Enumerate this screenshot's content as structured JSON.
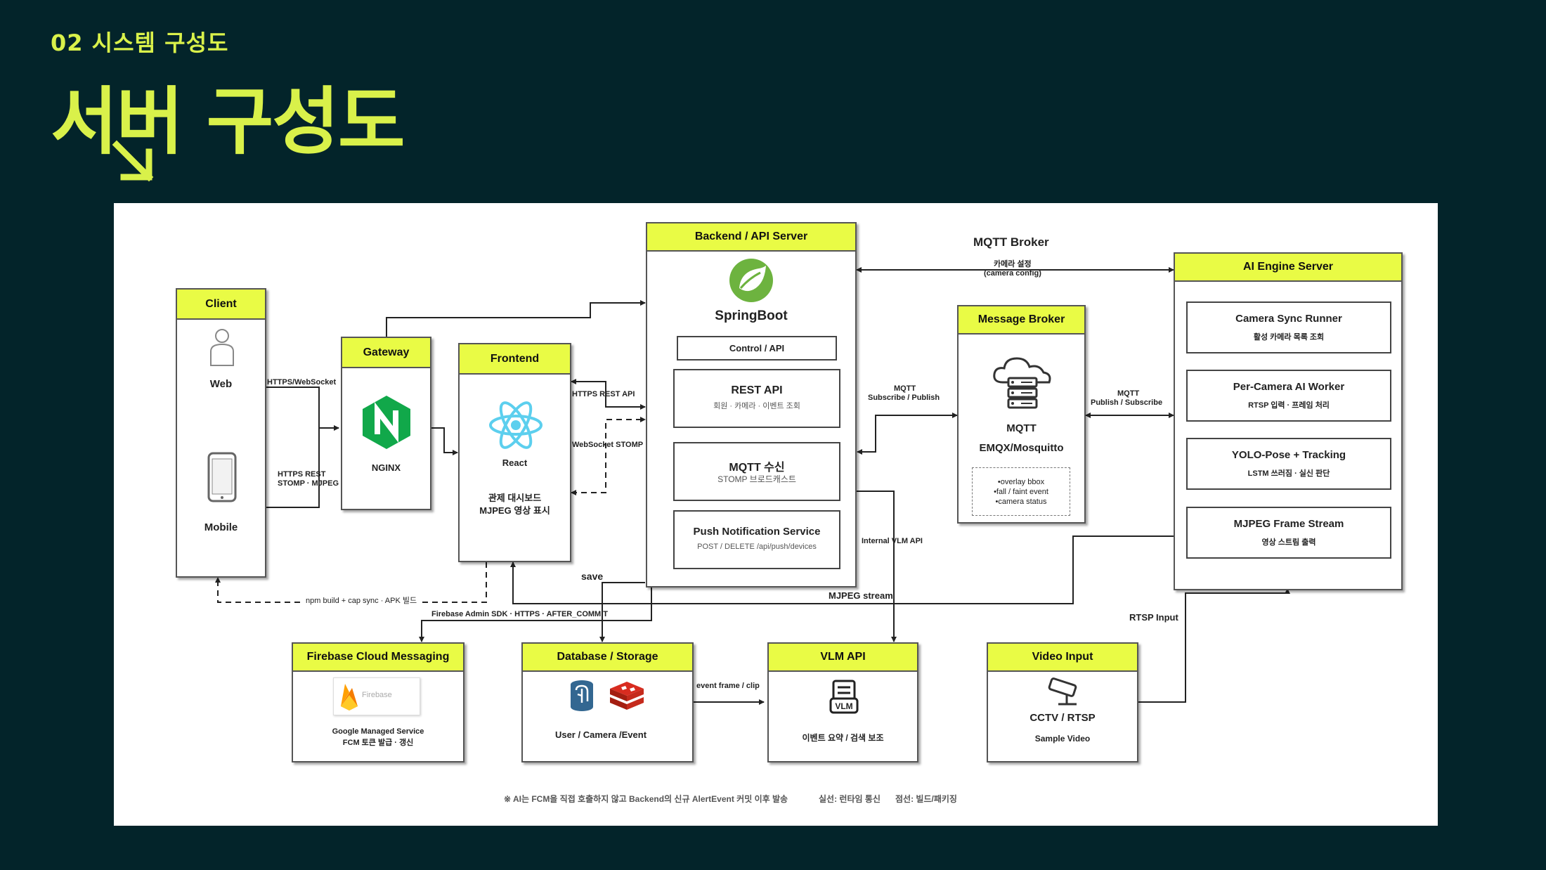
{
  "header": {
    "section": "02 시스템 구성도",
    "title": "서버 구성도"
  },
  "nodes": {
    "client": {
      "title": "Client",
      "web": "Web",
      "mobile": "Mobile"
    },
    "gateway": {
      "title": "Gateway",
      "nginx": "NGINX"
    },
    "frontend": {
      "title": "Frontend",
      "react": "React",
      "desc1": "관제 대시보드",
      "desc2": "MJPEG 영상 표시"
    },
    "backend": {
      "title": "Backend / API Server",
      "springboot": "SpringBoot",
      "control": "Control / API",
      "rest_title": "REST API",
      "rest_desc": "회원 · 카메라 · 이벤트 조회",
      "mqtt_title": "MQTT 수신",
      "mqtt_desc": "STOMP 브로드캐스트",
      "push_title": "Push Notification Service",
      "push_desc": "POST / DELETE /api/push/devices"
    },
    "broker": {
      "group_label": "MQTT Broker",
      "title": "Message Broker",
      "mqtt": "MQTT",
      "impl": "EMQX/Mosquitto",
      "topics": [
        "•overlay bbox",
        "•fall / faint event",
        "•camera status"
      ]
    },
    "ai": {
      "title": "AI Engine Server",
      "modules": [
        {
          "title": "Camera Sync Runner",
          "desc": "활성 카메라 목록 조회"
        },
        {
          "title": "Per-Camera AI Worker",
          "desc": "RTSP 입력 · 프레임 처리"
        },
        {
          "title": "YOLO-Pose + Tracking",
          "desc": "LSTM 쓰러짐 · 실신 판단"
        },
        {
          "title": "MJPEG Frame Stream",
          "desc": "영상 스트림 출력"
        }
      ]
    },
    "fcm": {
      "title": "Firebase Cloud Messaging",
      "logo_text": "Firebase",
      "desc1": "Google Managed Service",
      "desc2": "FCM 토큰 발급 · 갱신"
    },
    "db": {
      "title": "Database / Storage",
      "desc": "User / Camera /Event"
    },
    "vlm": {
      "title": "VLM API",
      "desc": "이벤트 요약 / 검색 보조"
    },
    "video": {
      "title": "Video Input",
      "cctv": "CCTV / RTSP",
      "sample": "Sample Video"
    }
  },
  "edges": {
    "http_ws": "HTTPS/WebSocket",
    "https_rest": "HTTPS REST",
    "stomp_mjpeg": "STOMP · MJPEG",
    "https_rest_api": "HTTPS REST API",
    "websocket_stomp": "WebSocket STOMP",
    "camera_config_ko": "카메라 설정",
    "camera_config": "(camera config)",
    "mqtt_sub_pub_1": "MQTT",
    "mqtt_sub_pub_2": "Subscribe / Publish",
    "mqtt_pub_sub_1": "MQTT",
    "mqtt_pub_sub_2": "Publish / Subscribe",
    "internal_vlm": "Internal VLM API",
    "mjpeg_stream": "MJPEG stream",
    "save": "save",
    "npm_build": "npm build + cap sync · APK 빌드",
    "firebase_admin": "Firebase Admin SDK · HTTPS · AFTER_COMMIT",
    "event_frame": "event frame / clip",
    "rtsp_input": "RTSP Input"
  },
  "footnote": {
    "note": "※ AI는 FCM을 직접 호출하지 않고 Backend의 신규 AlertEvent 커밋 이후 발송",
    "solid": "실선: 런타임 통신",
    "dashed": "점선: 빌드/패키징"
  },
  "colors": {
    "background": "#03242a",
    "accent": "#d9f14a",
    "header_fill": "#e9fb45",
    "nginx": "#11a84a",
    "react": "#5ccfee",
    "spring": "#6db33f"
  },
  "icons": [
    "arrow-down-right-icon",
    "person-icon",
    "mobile-phone-icon",
    "nginx-logo-icon",
    "react-logo-icon",
    "springboot-logo-icon",
    "cloud-server-icon",
    "firebase-logo-icon",
    "postgresql-icon",
    "redis-icon",
    "vlm-document-icon",
    "cctv-camera-icon"
  ]
}
